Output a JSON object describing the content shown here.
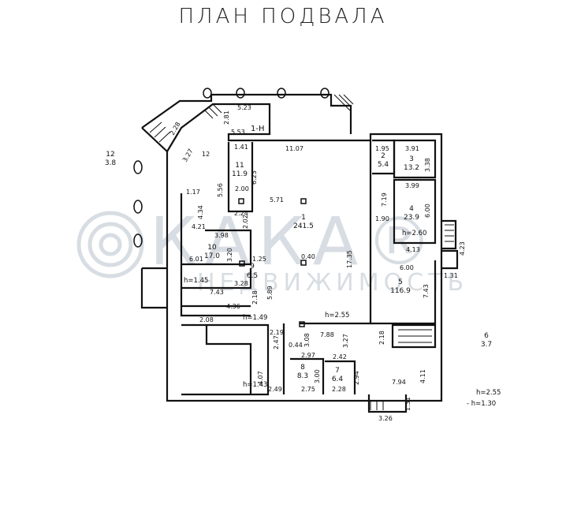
{
  "title": "ПЛАН ПОДВАЛА",
  "watermark": {
    "logo": "КАКА®",
    "tagline": "НЕДВИЖИМОСТЬ"
  },
  "stairs_label": "1-Н",
  "rooms": [
    {
      "number": "1",
      "area": "241.5"
    },
    {
      "number": "2",
      "area": "5.4"
    },
    {
      "number": "3",
      "area": "13.2"
    },
    {
      "number": "4",
      "area": "23.9"
    },
    {
      "number": "5",
      "area": "116.9"
    },
    {
      "number": "6",
      "area": "3.7"
    },
    {
      "number": "7",
      "area": "6.4"
    },
    {
      "number": "8",
      "area": "8.3"
    },
    {
      "number": "9",
      "area": "6.5"
    },
    {
      "number": "10",
      "area": "17.0"
    },
    {
      "number": "11",
      "area": "11.9"
    },
    {
      "number": "12",
      "area": "3.8"
    }
  ],
  "heights": [
    "h=2.55",
    "h=2.60",
    "h=1.45",
    "h=1.49",
    "h=1.43",
    "h=2.55",
    "- h=1.30"
  ],
  "dimensions": [
    "5.23",
    "2.81",
    "5.53",
    "2.28",
    "3.27",
    "11.07",
    "1.41",
    "6.23",
    "5.56",
    "2.00",
    "5.71",
    "2.24",
    "2.02",
    "1.17",
    "4.34",
    "4.21",
    "3.98",
    "3.20",
    "6.01",
    "1.25",
    "3.28",
    "0.40",
    "17.35",
    "7.43",
    "2.18",
    "5.89",
    "4.36",
    "2.08",
    "2.19",
    "2.47",
    "0.44",
    "3.08",
    "7.88",
    "3.27",
    "2.18",
    "2.97",
    "2.42",
    "3.00",
    "2.75",
    "2.28",
    "2.94",
    "4.07",
    "2.49",
    "7.94",
    "4.11",
    "3.26",
    "1.31",
    "1.95",
    "3.91",
    "3.38",
    "7.19",
    "3.99",
    "1.90",
    "6.00",
    "4.13",
    "6.00",
    "7.43",
    "4.23",
    "1.31",
    "12"
  ]
}
